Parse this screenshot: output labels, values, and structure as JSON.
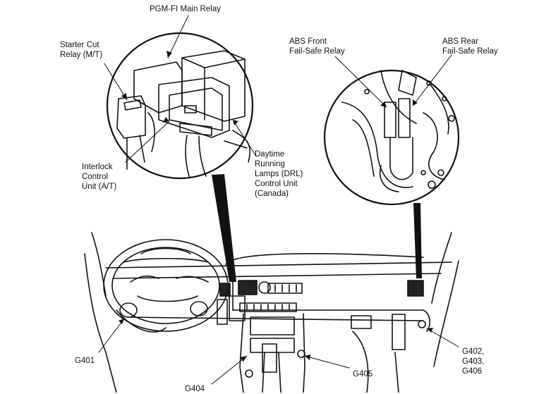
{
  "labels": {
    "pgm_fi_main_relay": [
      "PGM-FI Main Relay"
    ],
    "starter_cut_relay": [
      "Starter Cut",
      "Relay (M/T)"
    ],
    "interlock_control_unit": [
      "Interlock",
      "Control",
      "Unit (A/T)"
    ],
    "drl_control_unit": [
      "Daytime",
      "Running",
      "Lamps (DRL)",
      "Control Unit",
      "(Canada)"
    ],
    "abs_front_fail_safe_relay": [
      "ABS Front",
      "Fail-Safe Relay"
    ],
    "abs_rear_fail_safe_relay": [
      "ABS Rear",
      "Fail-Safe Relay"
    ],
    "g401": [
      "G401"
    ],
    "g404": [
      "G404"
    ],
    "g405": [
      "G405"
    ],
    "g402_g403_g406": [
      "G402,",
      "G403,",
      "G406"
    ]
  }
}
